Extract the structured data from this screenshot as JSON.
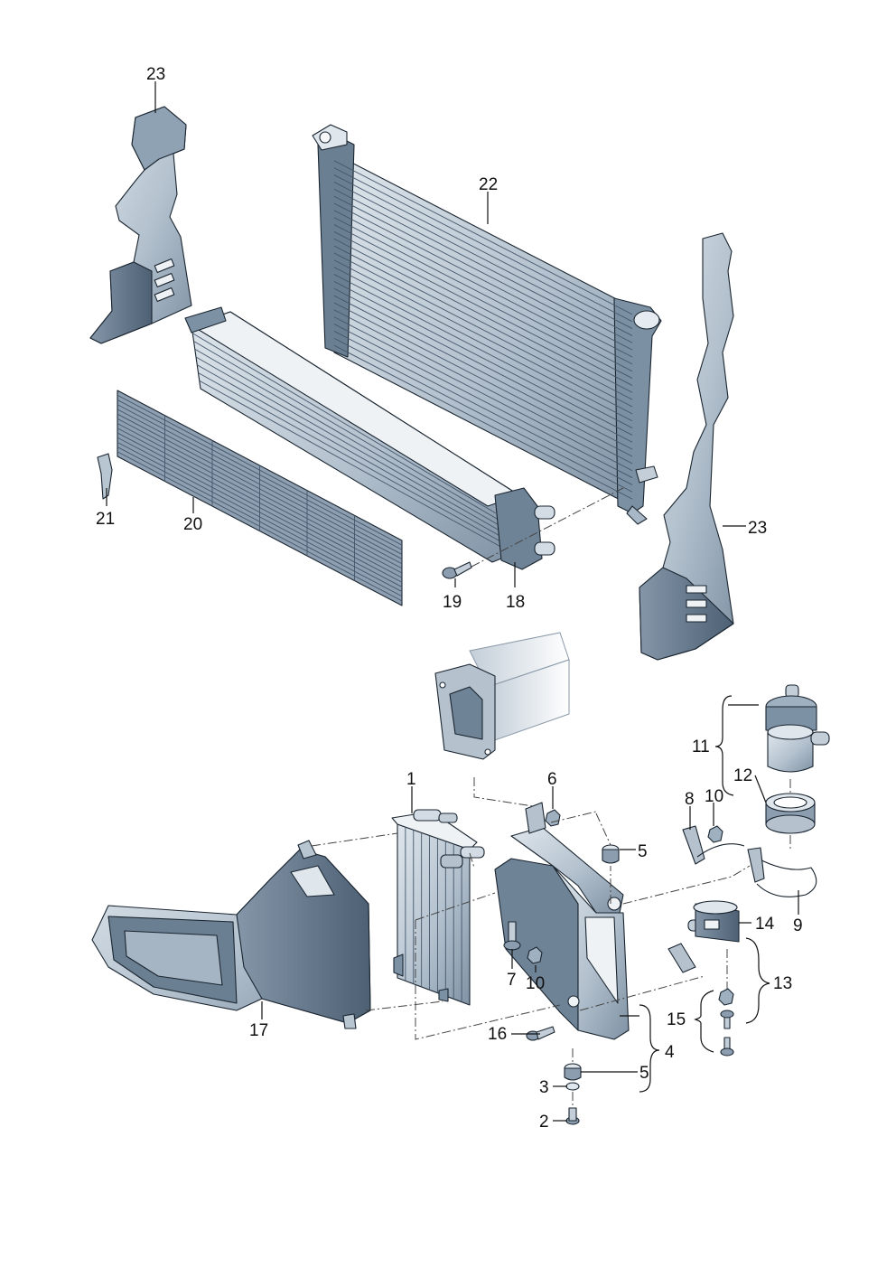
{
  "callouts": {
    "c1": "1",
    "c2": "2",
    "c3": "3",
    "c4": "4",
    "c5a": "5",
    "c5b": "5",
    "c6": "6",
    "c7": "7",
    "c8": "8",
    "c9": "9",
    "c10a": "10",
    "c10b": "10",
    "c11": "11",
    "c12": "12",
    "c13": "13",
    "c14": "14",
    "c15": "15",
    "c16": "16",
    "c17": "17",
    "c18": "18",
    "c19": "19",
    "c20": "20",
    "c21": "21",
    "c22": "22",
    "c23a": "23",
    "c23b": "23"
  },
  "colors": {
    "part_light": "#c9d4de",
    "part_mid": "#9fb0c0",
    "part_dark": "#5f7386",
    "outline": "#1a2530"
  }
}
